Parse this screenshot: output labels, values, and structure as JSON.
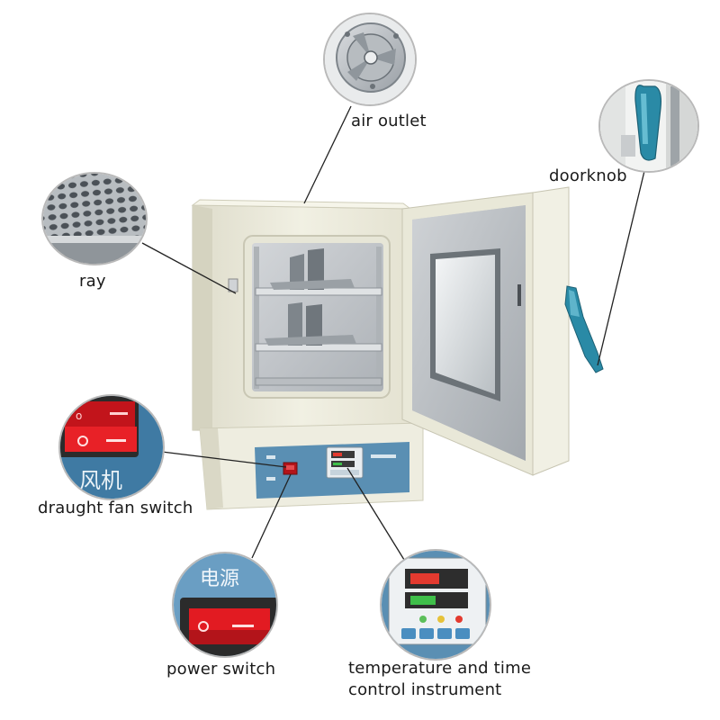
{
  "labels": {
    "air_outlet": "air outlet",
    "doorknob": "doorknob",
    "ray": "ray",
    "draught_fan_switch": "draught fan switch",
    "power_switch": "power switch",
    "temp_time_line1": "temperature and time",
    "temp_time_line2": "control instrument"
  },
  "switch_text": {
    "fan": "风机",
    "power": "电源"
  },
  "colors": {
    "cabinet": "#ecebd9",
    "panel_blue": "#5a8fb3",
    "chamber": "#c9ccd0",
    "switch_red": "#e21b22",
    "handle_teal": "#2a8aa6"
  }
}
